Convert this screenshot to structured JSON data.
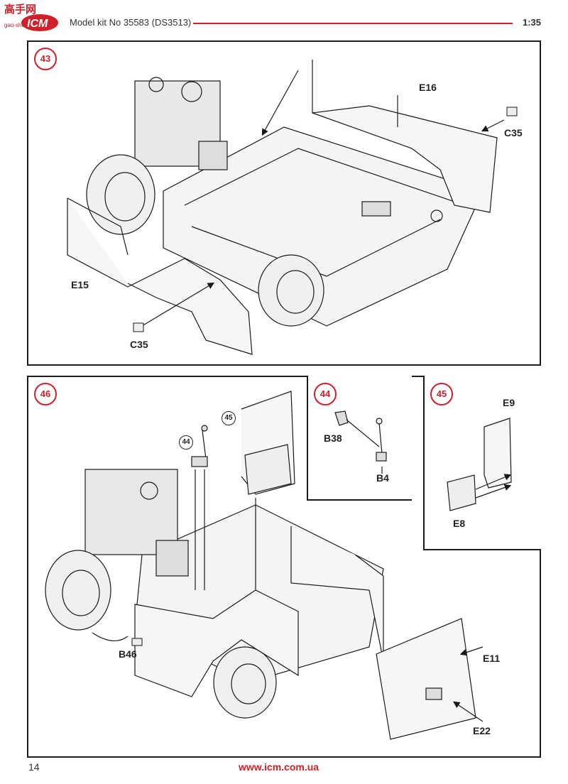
{
  "header": {
    "logo_text": "ICM",
    "watermark_text": "高手网 gao-shou.com",
    "title": "Model kit No 35583 (DS3513)",
    "scale": "1:35"
  },
  "colors": {
    "accent": "#d0202a",
    "line": "#1a1a1a",
    "part_fill": "#eeeeee"
  },
  "steps": [
    {
      "number": "43",
      "labels": [
        "E16",
        "C35",
        "E15",
        "C35"
      ]
    },
    {
      "number": "46",
      "sub_refs": [
        "44",
        "45"
      ],
      "labels": [
        "B46",
        "E11",
        "E22"
      ]
    },
    {
      "number": "44",
      "labels": [
        "B38",
        "B4"
      ]
    },
    {
      "number": "45",
      "labels": [
        "E9",
        "E8"
      ]
    }
  ],
  "footer": {
    "page": "14",
    "url": "www.icm.com.ua"
  }
}
